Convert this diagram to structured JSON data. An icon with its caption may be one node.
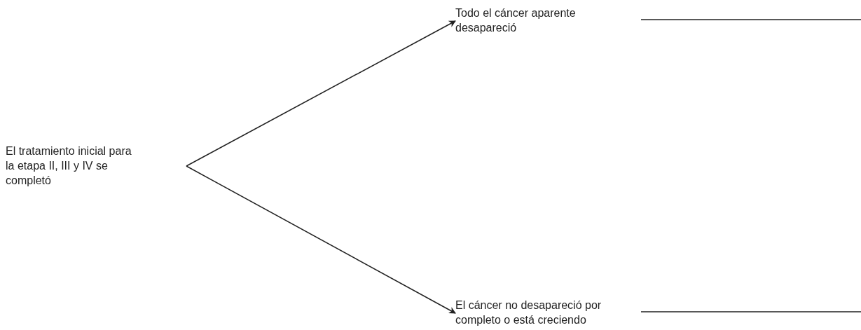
{
  "diagram": {
    "nodes": [
      {
        "text": [
          "El tratamiento inicial para la etapa II, III y IV se completó"
        ]
      },
      {
        "text": [
          "Todo el cáncer aparente desapareció"
        ]
      },
      {
        "text": [
          "El cáncer no desapareció por completo o está creciendo"
        ]
      }
    ],
    "edges": [
      {
        "from": 0,
        "to": 1,
        "arrow": "to"
      },
      {
        "from": 0,
        "to": 2,
        "arrow": "to"
      },
      {
        "from": 1,
        "to": null,
        "arrow": "none"
      },
      {
        "from": 2,
        "to": null,
        "arrow": "none"
      }
    ]
  }
}
